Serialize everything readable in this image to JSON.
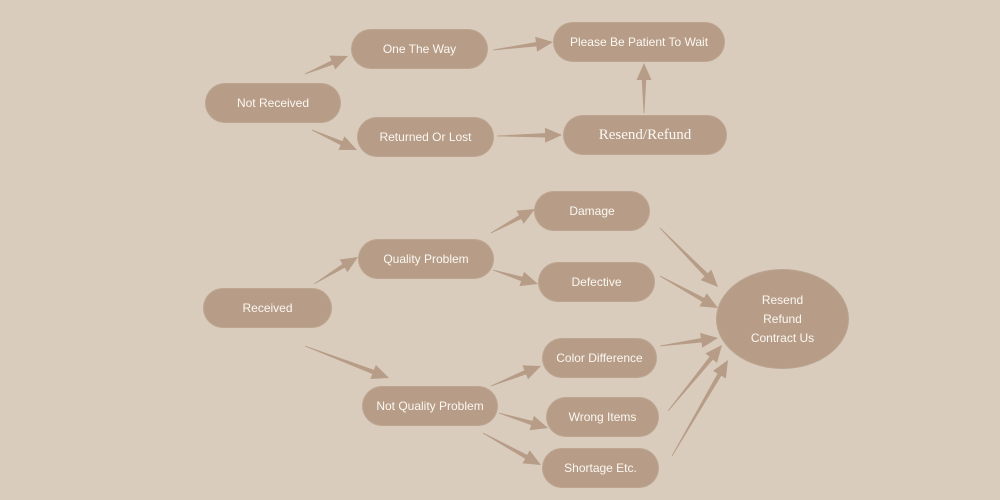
{
  "colors": {
    "background": "#d9ccbd",
    "node_fill": "#b79d87",
    "node_text": "#fbf7f2",
    "arrow": "#b79d87"
  },
  "nodes": {
    "not_received": "Not Received",
    "on_the_way": "One The Way",
    "please_wait": "Please Be Patient To Wait",
    "returned_lost": "Returned Or Lost",
    "resend_refund": "Resend/Refund",
    "received": "Received",
    "quality_problem": "Quality Problem",
    "damage": "Damage",
    "defective": "Defective",
    "not_quality_problem": "Not Quality Problem",
    "color_difference": "Color Difference",
    "wrong_items": "Wrong Items",
    "shortage": "Shortage Etc.",
    "outcome": {
      "line1": "Resend",
      "line2": "Refund",
      "line3": "Contract Us"
    }
  }
}
